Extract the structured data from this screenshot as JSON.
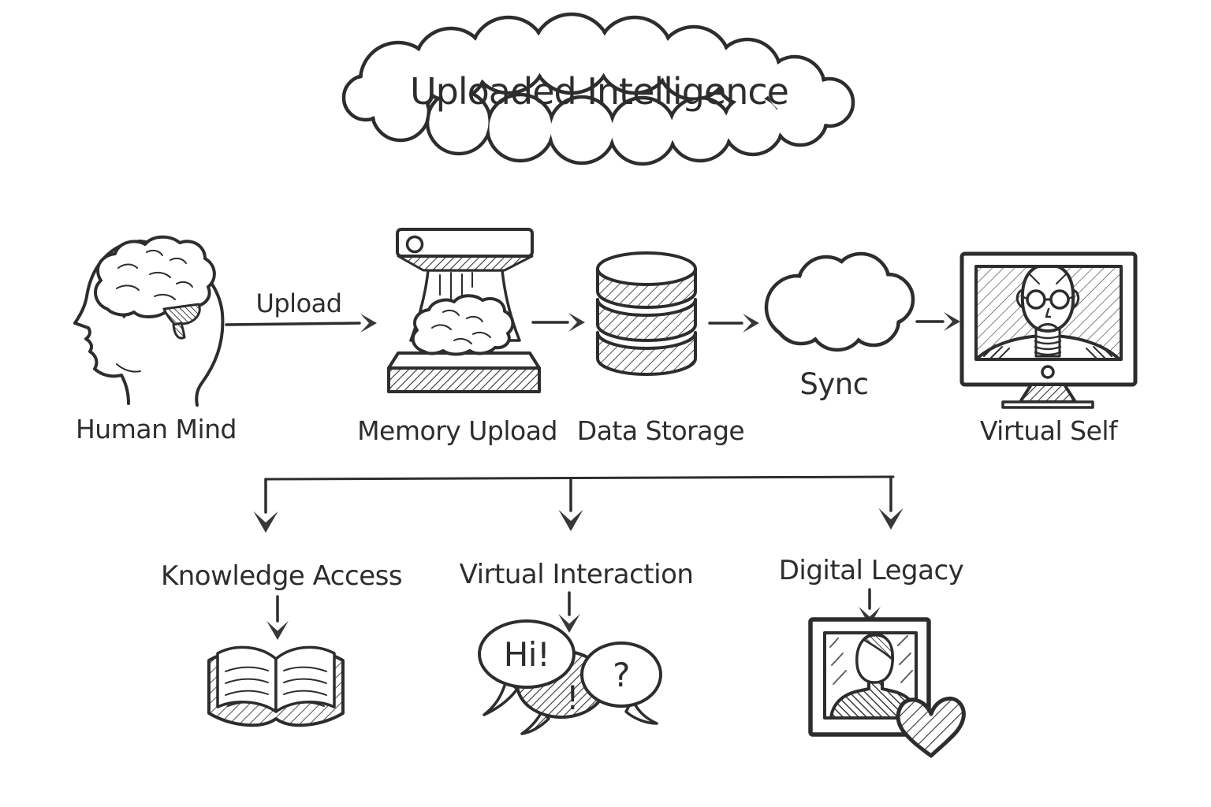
{
  "canvas": {
    "background": "#ffffff",
    "ink": "#2d2d2d"
  },
  "title": "Uploaded Intelligence",
  "flow": {
    "upload_label": "Upload",
    "human_mind": "Human Mind",
    "memory_upload": "Memory Upload",
    "data_storage": "Data Storage",
    "sync": "Sync",
    "virtual_self": "Virtual Self"
  },
  "branches": {
    "knowledge_access": "Knowledge Access",
    "virtual_interaction": "Virtual Interaction",
    "digital_legacy": "Digital Legacy"
  },
  "speech_bubbles": {
    "greeting": "Hi!",
    "exclamation": "!",
    "question": "?"
  },
  "icons": {
    "human_mind": "human-head-brain-icon",
    "memory_upload": "brain-scanner-icon",
    "data_storage": "database-icon",
    "sync": "cloud-icon",
    "virtual_self": "monitor-robot-icon",
    "knowledge_access": "open-book-icon",
    "virtual_interaction": "speech-bubbles-icon",
    "digital_legacy": "portrait-photo-icon",
    "legacy_heart": "heart-icon"
  }
}
